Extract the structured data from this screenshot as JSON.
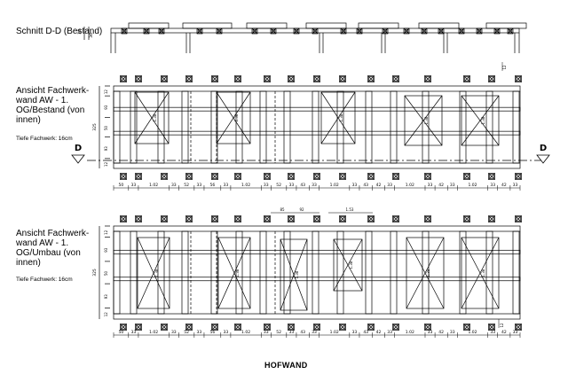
{
  "drawing": {
    "section_title": "Schnitt D-D (Bestand)",
    "elevation_existing": {
      "title": "Ansicht Fachwerk- wand AW - 1. OG/Bestand (von innen)",
      "depth_note": "Tiefe Fachwerk: 16cm"
    },
    "elevation_renovation": {
      "title": "Ansicht Fachwerk- wand AW - 1. OG/Umbau (von innen)",
      "depth_note": "Tiefe Fachwerk: 16cm"
    },
    "section_marker": "D",
    "caption": "HOFWAND",
    "dims_existing": [
      "50",
      "33",
      "1.02",
      "33",
      "52",
      "33",
      "56",
      "33",
      "1.02",
      "33",
      "52",
      "33",
      "43",
      "33",
      "1.02",
      "33",
      "43",
      "42",
      "33",
      "1.02",
      "33",
      "42",
      "33",
      "1.02",
      "33",
      "42",
      "33"
    ],
    "dims_renovation": [
      "50",
      "33",
      "1.02",
      "33",
      "52",
      "33",
      "56",
      "33",
      "1.02",
      "33",
      "52",
      "33",
      "43",
      "33",
      "1.02",
      "33",
      "43",
      "42",
      "33",
      "1.02",
      "33",
      "42",
      "33",
      "1.02",
      "33",
      "42",
      "33"
    ],
    "height_dims": [
      "12",
      "93",
      "50",
      "93",
      "12"
    ],
    "total_height": "325",
    "window_heights": [
      "1.38",
      "1.38",
      "1.38",
      "1.38",
      "1.38"
    ],
    "misc_dims": [
      "36",
      "36",
      "85",
      "92",
      "1.53",
      "63",
      "75",
      "1.00",
      "12"
    ]
  }
}
